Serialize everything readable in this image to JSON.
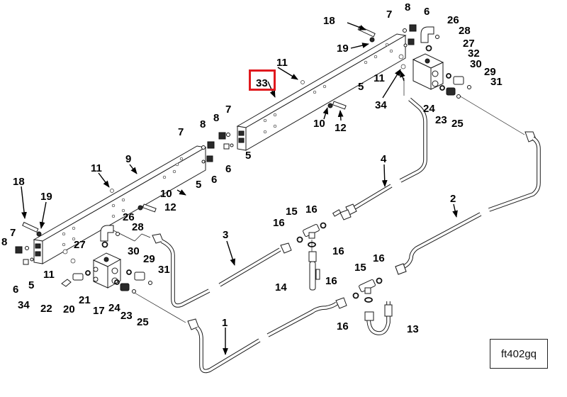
{
  "figure": {
    "id_label": "ft402gq",
    "highlighted_callout": "33",
    "highlight_color": "#e0191e"
  },
  "callouts": [
    {
      "id": "c1",
      "label": "1"
    },
    {
      "id": "c2",
      "label": "2"
    },
    {
      "id": "c3",
      "label": "3"
    },
    {
      "id": "c4",
      "label": "4"
    },
    {
      "id": "c5a",
      "label": "5"
    },
    {
      "id": "c5b",
      "label": "5"
    },
    {
      "id": "c5c",
      "label": "5"
    },
    {
      "id": "c5d",
      "label": "5"
    },
    {
      "id": "c6a",
      "label": "6"
    },
    {
      "id": "c6b",
      "label": "6"
    },
    {
      "id": "c6c",
      "label": "6"
    },
    {
      "id": "c6d",
      "label": "6"
    },
    {
      "id": "c7a",
      "label": "7"
    },
    {
      "id": "c7b",
      "label": "7"
    },
    {
      "id": "c7c",
      "label": "7"
    },
    {
      "id": "c7d",
      "label": "7"
    },
    {
      "id": "c8a",
      "label": "8"
    },
    {
      "id": "c8b",
      "label": "8"
    },
    {
      "id": "c8c",
      "label": "8"
    },
    {
      "id": "c8d",
      "label": "8"
    },
    {
      "id": "c9",
      "label": "9"
    },
    {
      "id": "c10a",
      "label": "10"
    },
    {
      "id": "c10b",
      "label": "10"
    },
    {
      "id": "c11a",
      "label": "11"
    },
    {
      "id": "c11b",
      "label": "11"
    },
    {
      "id": "c11c",
      "label": "11"
    },
    {
      "id": "c11d",
      "label": "11"
    },
    {
      "id": "c12a",
      "label": "12"
    },
    {
      "id": "c12b",
      "label": "12"
    },
    {
      "id": "c13",
      "label": "13"
    },
    {
      "id": "c14",
      "label": "14"
    },
    {
      "id": "c15a",
      "label": "15"
    },
    {
      "id": "c15b",
      "label": "15"
    },
    {
      "id": "c16a",
      "label": "16"
    },
    {
      "id": "c16b",
      "label": "16"
    },
    {
      "id": "c16c",
      "label": "16"
    },
    {
      "id": "c16d",
      "label": "16"
    },
    {
      "id": "c16e",
      "label": "16"
    },
    {
      "id": "c16f",
      "label": "16"
    },
    {
      "id": "c17",
      "label": "17"
    },
    {
      "id": "c18a",
      "label": "18"
    },
    {
      "id": "c18b",
      "label": "18"
    },
    {
      "id": "c19a",
      "label": "19"
    },
    {
      "id": "c19b",
      "label": "19"
    },
    {
      "id": "c20",
      "label": "20"
    },
    {
      "id": "c21",
      "label": "21"
    },
    {
      "id": "c22",
      "label": "22"
    },
    {
      "id": "c23a",
      "label": "23"
    },
    {
      "id": "c23b",
      "label": "23"
    },
    {
      "id": "c24a",
      "label": "24"
    },
    {
      "id": "c24b",
      "label": "24"
    },
    {
      "id": "c25a",
      "label": "25"
    },
    {
      "id": "c25b",
      "label": "25"
    },
    {
      "id": "c26a",
      "label": "26"
    },
    {
      "id": "c26b",
      "label": "26"
    },
    {
      "id": "c27a",
      "label": "27"
    },
    {
      "id": "c27b",
      "label": "27"
    },
    {
      "id": "c28a",
      "label": "28"
    },
    {
      "id": "c28b",
      "label": "28"
    },
    {
      "id": "c29a",
      "label": "29"
    },
    {
      "id": "c29b",
      "label": "29"
    },
    {
      "id": "c30a",
      "label": "30"
    },
    {
      "id": "c30b",
      "label": "30"
    },
    {
      "id": "c31a",
      "label": "31"
    },
    {
      "id": "c31b",
      "label": "31"
    },
    {
      "id": "c32",
      "label": "32"
    },
    {
      "id": "c33",
      "label": "33"
    },
    {
      "id": "c34a",
      "label": "34"
    },
    {
      "id": "c34b",
      "label": "34"
    }
  ]
}
